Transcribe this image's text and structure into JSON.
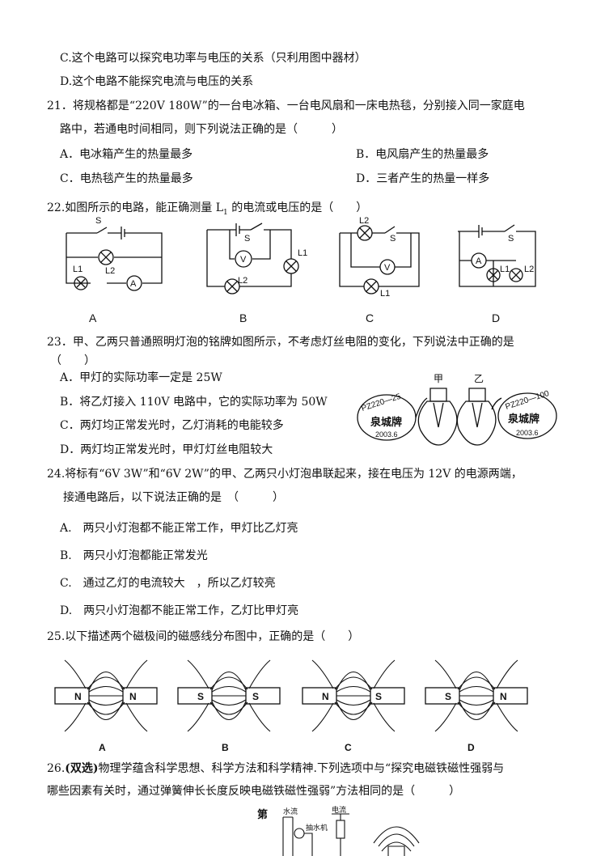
{
  "q20": {
    "optC": "C.这个电路可以探究电功率与电压的关系（只利用图中器材）",
    "optD": "D.这个电路不能探究电流与电压的关系"
  },
  "q21": {
    "stem1": "21．将规格都是“220V 180W”的一台电冰箱、一台电风扇和一床电热毯，分别接入同一家庭电",
    "stem2": "路中，若通电时间相同，则下列说法正确的是（　　　）",
    "optA": "A．电冰箱产生的热量最多",
    "optB": "B．电风扇产生的热量最多",
    "optC": "C．电热毯产生的热量最多",
    "optD": "D．三者产生的热量一样多"
  },
  "q22": {
    "stem_pre": "22.如图所示的电路，能正确测量 L",
    "stem_sub": "1",
    "stem_post": " 的电流或电压的是（　　）",
    "fig_labels": [
      "A",
      "B",
      "C",
      "D"
    ],
    "comp": {
      "S": "S",
      "L1": "L1",
      "L2": "L2",
      "A": "A",
      "V": "V"
    }
  },
  "q23": {
    "stem1": "23．甲、乙两只普通照明灯泡的铭牌如图所示，不考虑灯丝电阻的变化，下列说法中正确的是",
    "stem2": "（　　）",
    "optA": "A．甲灯的实际功率一定是 25W",
    "optB": "B．将乙灯接入 110V 电路中，它的实际功率为 50W",
    "optC": "C．两灯均正常发光时，乙灯消耗的电能较多",
    "optD": "D．两灯均正常发光时，甲灯灯丝电阻较大",
    "bulb_jia": "甲",
    "bulb_yi": "乙",
    "plate_jia_model": "PZ220—25",
    "plate_yi_model": "PZ220—100",
    "plate_brand": "泉城牌",
    "plate_date": "2003.6"
  },
  "q24": {
    "stem1": "24.将标有“6V 3W”和“6V 2W”的甲、乙两只小灯泡串联起来，接在电压为 12V 的电源两端，",
    "stem2": "接通电路后，以下说法正确的是　（　　　）",
    "optA": "A.　两只小灯泡都不能正常工作，甲灯比乙灯亮",
    "optB": "B.　两只小灯泡都能正常发光",
    "optC": "C.　通过乙灯的电流较大　，所以乙灯较亮",
    "optD": "D.　两只小灯泡都不能正常工作，乙灯比甲灯亮"
  },
  "q25": {
    "stem": "25.以下描述两个磁极间的磁感线分布图中，正确的是（　　）",
    "figs": [
      {
        "label": "A",
        "left": "N",
        "right": "N"
      },
      {
        "label": "B",
        "left": "S",
        "right": "S"
      },
      {
        "label": "C",
        "left": "N",
        "right": "S"
      },
      {
        "label": "D",
        "left": "S",
        "right": "N"
      }
    ]
  },
  "q26": {
    "num": "26.",
    "tag": "(双选)",
    "stem1": "物理学蕴含科学思想、科学方法和科学精神.下列选项中与“探究电磁铁磁性强弱与",
    "stem2": "哪些因素有关时，通过弹簧伸长长度反映电磁铁磁性强弱”方法相同的是（　　　）",
    "partial_label": "第",
    "fig_water": "水流",
    "fig_pump": "抽水机",
    "fig_current": "电流"
  }
}
